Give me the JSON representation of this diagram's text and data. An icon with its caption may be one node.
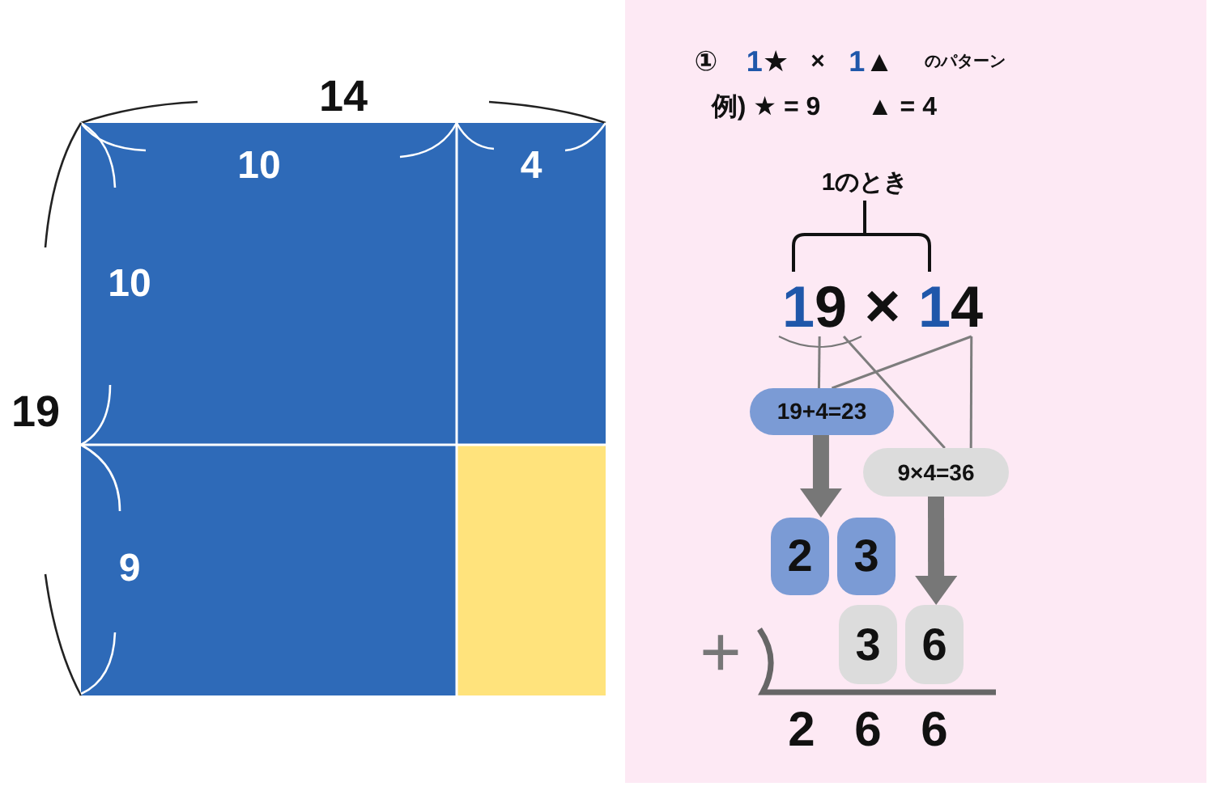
{
  "diagram": {
    "nodes": [
      {
        "text": [
          "19"
        ]
      },
      {
        "text": [
          "14"
        ]
      },
      {
        "text": [
          "19+4=23"
        ]
      },
      {
        "text": [
          "9×4=36"
        ]
      },
      {
        "text": [
          "2"
        ]
      },
      {
        "text": [
          "3"
        ]
      },
      {
        "text": [
          "3"
        ]
      },
      {
        "text": [
          "6"
        ]
      }
    ],
    "edges": [
      {
        "from": 0,
        "to": 2,
        "arrow": "none"
      },
      {
        "from": 1,
        "to": 2,
        "arrow": "none"
      },
      {
        "from": 0,
        "to": 3,
        "arrow": "none"
      },
      {
        "from": 1,
        "to": 3,
        "arrow": "none"
      },
      {
        "from": 2,
        "to": 4,
        "arrow": "to",
        "style": "thick"
      },
      {
        "from": 3,
        "to": 7,
        "arrow": "to",
        "style": "thick"
      }
    ],
    "labels": [
      "14",
      "10",
      "4",
      "10",
      "19",
      "9",
      "①",
      "1★",
      "×",
      "1▲",
      "のパターン",
      "例) ★ = 9",
      "▲ = 4",
      "1のとき",
      "×",
      "+",
      "2",
      "6",
      "6"
    ]
  }
}
